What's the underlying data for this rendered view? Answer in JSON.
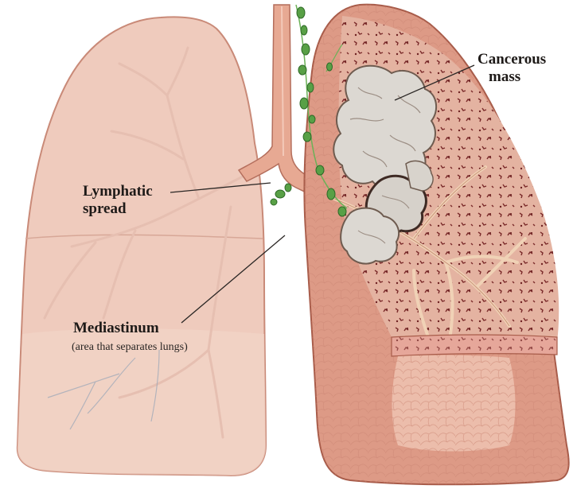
{
  "labels": {
    "cancerous_mass": {
      "line1": "Cancerous",
      "line2": "mass"
    },
    "lymphatic_spread": {
      "line1": "Lymphatic",
      "line2": "spread"
    },
    "mediastinum": {
      "title": "Mediastinum",
      "note": "(area that separates lungs)"
    }
  },
  "colors": {
    "left_lung": "#efcbbd",
    "right_lung": "#dd9a86",
    "tumor": "#dcd8d2",
    "lymph_node": "#58a046",
    "trachea": "#e7a993"
  }
}
